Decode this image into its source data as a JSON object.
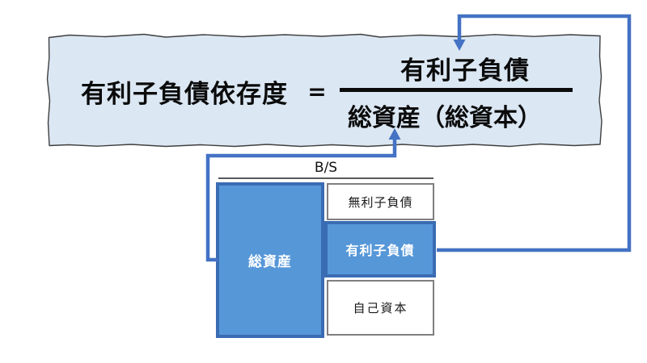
{
  "formula": {
    "label": "有利子負債依存度",
    "equals": "=",
    "numerator": "有利子負債",
    "denominator": "総資産（総資本）"
  },
  "balance_sheet": {
    "title": "B/S",
    "assets_box": {
      "label": "総資産",
      "highlighted": true
    },
    "liability_boxes": [
      {
        "label": "無利子負債",
        "highlighted": false
      },
      {
        "label": "有利子負債",
        "highlighted": true
      },
      {
        "label": "自己資本",
        "highlighted": false
      }
    ]
  },
  "arrows": [
    {
      "name": "interest-debt-to-numerator",
      "from": "有利子負債 box right edge",
      "to": "formula numerator 有利子負債"
    },
    {
      "name": "total-assets-to-denominator",
      "from": "総資産 box left edge",
      "to": "formula denominator 総資産（総資本）"
    }
  ],
  "colors": {
    "arrow_blue": "#4472c4",
    "box_fill_blue": "#5697d8",
    "box_border_blue": "#3a6cb3",
    "banner_fill": "#dbe7f3",
    "banner_border": "#3f3f3f",
    "neutral_border": "#7f7f7f",
    "underline_gray": "#595959",
    "text_black": "#0b0b0b"
  }
}
